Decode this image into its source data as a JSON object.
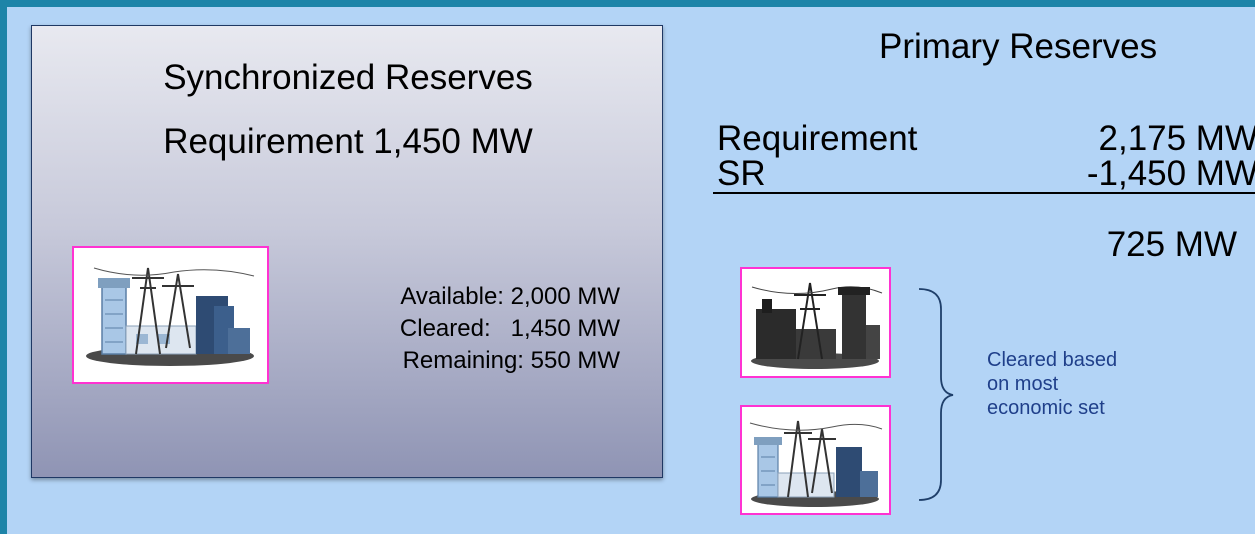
{
  "synchronized": {
    "title": "Synchronized Reserves",
    "requirement": "Requirement 1,450 MW",
    "plant_icon": "power-plant-icon",
    "stats": [
      "Available: 2,000 MW",
      "Cleared:   1,450 MW",
      "Remaining: 550 MW"
    ]
  },
  "primary": {
    "title": "Primary Reserves",
    "requirement_label": "Requirement",
    "requirement_value": "2,175 MW",
    "sr_label": "SR",
    "sr_value": "-1,450 MW",
    "result": "725 MW",
    "plant_icons": [
      "power-plant-dark-icon",
      "power-plant-icon"
    ],
    "note_lines": [
      "Cleared based",
      "on most",
      "economic set"
    ]
  },
  "colors": {
    "background": "#b3d4f6",
    "border_accent": "#1d84a8",
    "plant_frame": "#ff32d2",
    "note_text": "#1f3f8a"
  }
}
